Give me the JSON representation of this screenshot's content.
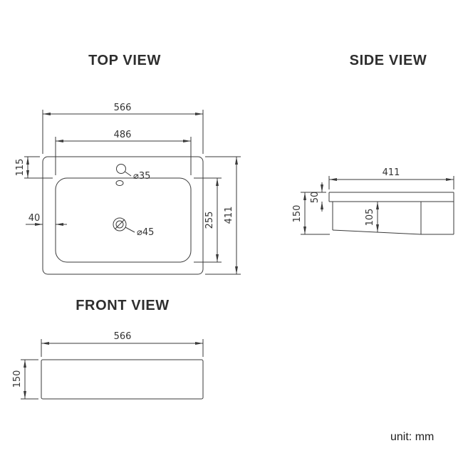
{
  "page": {
    "unit_label": "unit: mm"
  },
  "top_view": {
    "title": "TOP VIEW",
    "dim_overall_width": "566",
    "dim_inner_width": "486",
    "dim_top_offset": "115",
    "dim_left_offset": "40",
    "dim_overall_depth": "411",
    "dim_inner_depth": "255",
    "label_faucet_hole": "⌀35",
    "label_drain_hole": "⌀45"
  },
  "side_view": {
    "title": "SIDE VIEW",
    "dim_depth": "411",
    "dim_rim_height": "50",
    "dim_total_height": "150",
    "dim_bowl_depth": "105"
  },
  "front_view": {
    "title": "FRONT VIEW",
    "dim_width": "566",
    "dim_height": "150"
  }
}
